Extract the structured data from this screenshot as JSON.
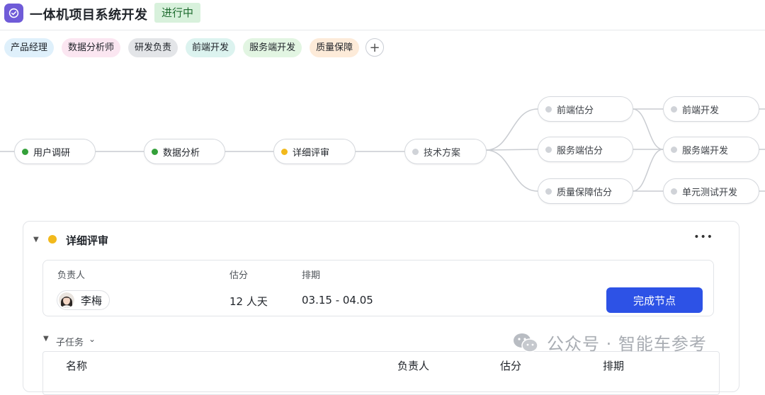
{
  "header": {
    "title": "一体机项目系统开发",
    "status": "进行中",
    "app_icon": "check-circle-icon"
  },
  "tags": [
    {
      "label": "产品经理",
      "color": "#dff0fb"
    },
    {
      "label": "数据分析师",
      "color": "#fbe6f1"
    },
    {
      "label": "研发负责",
      "color": "#e3e5e8"
    },
    {
      "label": "前端开发",
      "color": "#dcf3ef"
    },
    {
      "label": "服务端开发",
      "color": "#e2f5e2"
    },
    {
      "label": "质量保障",
      "color": "#fdebd9"
    }
  ],
  "add_tag_symbol": "+",
  "flow": {
    "nodes": [
      {
        "id": "n1",
        "label": "用户调研",
        "status": "done"
      },
      {
        "id": "n2",
        "label": "数据分析",
        "status": "done"
      },
      {
        "id": "n3",
        "label": "详细评审",
        "status": "active"
      },
      {
        "id": "n4",
        "label": "技术方案",
        "status": "todo"
      },
      {
        "id": "n5",
        "label": "前端估分",
        "status": "todo"
      },
      {
        "id": "n6",
        "label": "服务端估分",
        "status": "todo"
      },
      {
        "id": "n7",
        "label": "质量保障估分",
        "status": "todo"
      },
      {
        "id": "n8",
        "label": "前端开发",
        "status": "todo"
      },
      {
        "id": "n9",
        "label": "服务端开发",
        "status": "todo"
      },
      {
        "id": "n10",
        "label": "单元测试开发",
        "status": "todo"
      }
    ]
  },
  "panel": {
    "title": "详细评审",
    "more_icon": "more-horizontal-icon",
    "info_headers": {
      "assignee": "负责人",
      "estimate": "估分",
      "schedule": "排期"
    },
    "assignee_name": "李梅",
    "estimate": "12 人天",
    "schedule": "03.15 - 04.05",
    "complete_button": "完成节点",
    "subtasks_label": "子任务",
    "table_headers": {
      "name": "名称",
      "assignee": "负责人",
      "estimate": "估分",
      "schedule": "排期"
    }
  },
  "watermark": "公众号 · 智能车参考",
  "colors": {
    "accent": "#2d52e6",
    "done": "#34a03a",
    "active": "#f2b91c",
    "todo": "#d0d3d8"
  }
}
